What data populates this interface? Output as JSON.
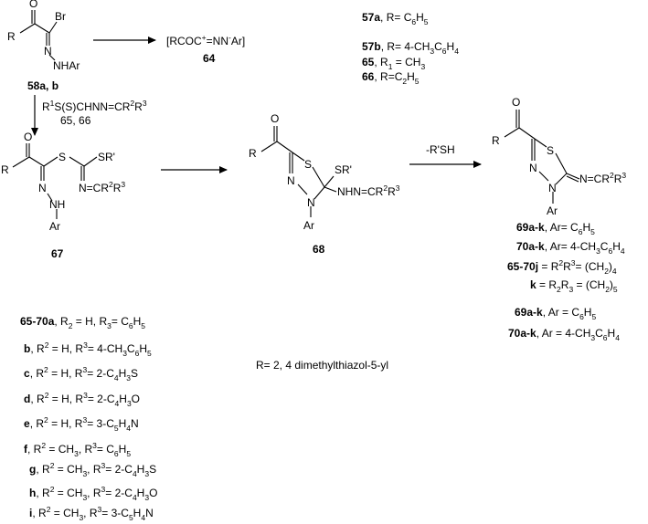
{
  "compound_labels": {
    "c58": "58a, b",
    "c64": "64",
    "c67": "67",
    "c68": "68"
  },
  "structure_text": {
    "c64_formula": "[RCOC+=NN-Ar]",
    "c58_atoms": {
      "O": "O",
      "R": "R",
      "Br": "Br",
      "N": "N",
      "NHAr": "NHAr"
    },
    "reagent_line1": "R1S(S)CHNN=CR2R3",
    "reagent_line2": "65, 66",
    "c67_atoms": {
      "O": "O",
      "R": "R",
      "S": "S",
      "SR": "SR'",
      "N": "N",
      "NH": "NH",
      "Ar": "Ar",
      "NCR": "N=CR2R3"
    },
    "c68_atoms": {
      "O": "O",
      "R": "R",
      "S": "S",
      "SR": "SR'",
      "N1": "N",
      "N2": "N",
      "Ar": "Ar",
      "NHN": "NHN=CR2R3"
    },
    "elimination": "-R'SH",
    "c69_atoms": {
      "O": "O",
      "R": "R",
      "S": "S",
      "N1": "N",
      "N2": "N",
      "Ar": "Ar",
      "NN": "N=CR2R3"
    }
  },
  "r_defs": [
    {
      "bold": "57a",
      "text": ", R= C6H5"
    },
    {
      "bold": "57b",
      "text": ", R= 4-CH3C6H4"
    },
    {
      "bold": "65",
      "text": ", R1 = CH3"
    },
    {
      "bold": "66",
      "text": ", R=C2H5"
    }
  ],
  "ar_defs": [
    {
      "bold": "69a-k",
      "text": ", Ar= C6H5"
    },
    {
      "bold": "70a-k",
      "text": ", Ar= 4-CH3C6H4"
    },
    {
      "bold": "65-70j",
      "text": " = R2R3= (CH2)4"
    },
    {
      "bold": "k",
      "text": " = R2R3 = (CH2)5"
    },
    {
      "bold": "69a-k",
      "text": ", Ar = C6H5"
    },
    {
      "bold": "70a-k",
      "text": ", Ar = 4-CH3C6H4"
    }
  ],
  "substituents": [
    {
      "bold": "65-70a",
      "text": ", R2 = H, R3= C6H5"
    },
    {
      "bold": "b",
      "text": ", R2 = H, R3= 4-CH3C6H5"
    },
    {
      "bold": "c",
      "text": ", R2 = H, R3= 2-C4H3S"
    },
    {
      "bold": "d",
      "text": ", R2 = H, R3= 2-C4H3O"
    },
    {
      "bold": "e",
      "text": ", R2 = H, R3= 3-C5H4N"
    },
    {
      "bold": "f",
      "text": ", R2 = CH3, R3= C6H5"
    },
    {
      "bold": "g",
      "text": ", R2 = CH3, R3= 2-C4H3S"
    },
    {
      "bold": "h",
      "text": ", R2 = CH3, R3= 2-C4H3O"
    },
    {
      "bold": "i",
      "text": ", R2 = CH3, R3= 3-C5H4N"
    }
  ],
  "r_note": "R= 2, 4 dimethylthiazol-5-yl"
}
